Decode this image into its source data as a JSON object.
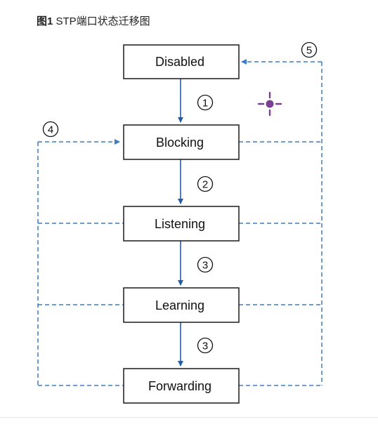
{
  "caption": {
    "label": "图1",
    "text": " STP端口状态迁移图"
  },
  "colors": {
    "solid_arrow": "#1f5fa8",
    "dashed_line": "#3b7cc4",
    "box_border": "#1a1a1a",
    "marker": "#7b3f93"
  },
  "states": [
    {
      "id": "disabled",
      "label": "Disabled"
    },
    {
      "id": "blocking",
      "label": "Blocking"
    },
    {
      "id": "listening",
      "label": "Listening"
    },
    {
      "id": "learning",
      "label": "Learning"
    },
    {
      "id": "forwarding",
      "label": "Forwarding"
    }
  ],
  "steps": [
    {
      "id": "step-1",
      "symbol": "1"
    },
    {
      "id": "step-2",
      "symbol": "2"
    },
    {
      "id": "step-3a",
      "symbol": "3"
    },
    {
      "id": "step-3b",
      "symbol": "3"
    },
    {
      "id": "step-4",
      "symbol": "4"
    },
    {
      "id": "step-5",
      "symbol": "5"
    }
  ],
  "marker_icon": "crosshair-marker-icon"
}
